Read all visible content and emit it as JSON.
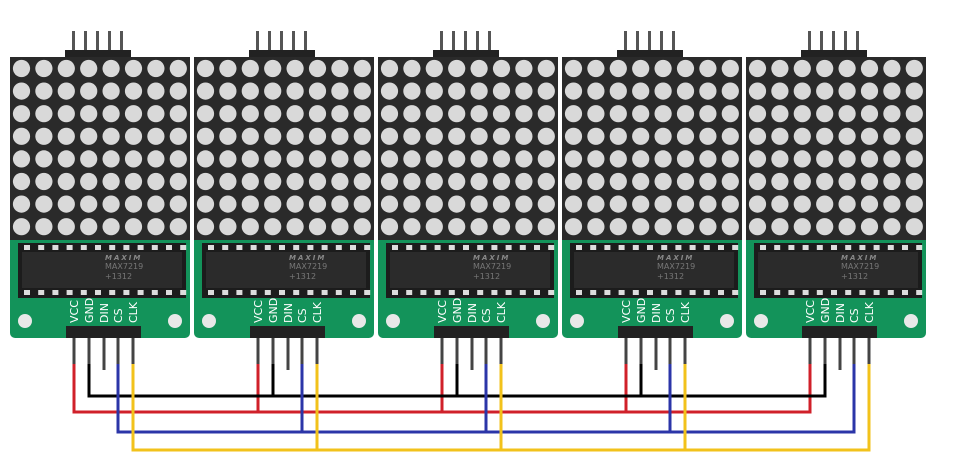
{
  "module_count": 5,
  "matrix": {
    "rows": 8,
    "cols": 8
  },
  "chip": {
    "brand": "MAXIM",
    "part": "MAX7219",
    "code": "+1312"
  },
  "pins": [
    {
      "label": "VCC",
      "wire_color": "#d0202a"
    },
    {
      "label": "GND",
      "wire_color": "#000000"
    },
    {
      "label": "DIN",
      "wire_color": "#000000"
    },
    {
      "label": "CS",
      "wire_color": "#2b35a8"
    },
    {
      "label": "CLK",
      "wire_color": "#f2c21b"
    }
  ],
  "buses": [
    "VCC",
    "GND",
    "CS",
    "CLK"
  ],
  "colors": {
    "pcb": "#13935a",
    "matrix_body": "#2a2a2a",
    "led": "#d9d9d9",
    "chip": "#1c1c1c",
    "header": "#222222"
  }
}
